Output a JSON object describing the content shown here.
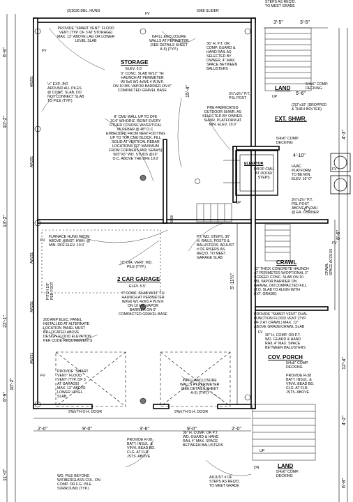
{
  "rooms": {
    "storage": {
      "title": "STORAGE",
      "elev": "ELEV. 5.5'"
    },
    "garage": {
      "title": "2 CAR GARAGE",
      "elev": "ELEV. 5.5'"
    },
    "crawl": {
      "title": "CRAWL"
    },
    "porch": {
      "title": "COV. PORCH"
    },
    "land_top": {
      "title": "LAND"
    },
    "land_bottom": {
      "title": "LAND"
    },
    "ext_shwr": {
      "title": "EXT. SHWR."
    },
    "elevator": {
      "title": "ELEVATOR"
    }
  },
  "notes": {
    "smart_vent_top": "PROVIDE \"SMART VENT\" FLOOD\nVENT (TYP. OF 3 AT STORAGE)\nMAX. 12\" ABOVE LAG OR LOWER\nLEVEL SLAB",
    "infill_top": "INFILL ENCLOSURE\nWALLS AT PERIMETER\n(SEE DETAILS SHEET\nA-5) (TYP.)",
    "guard_top": "36\" H. P.T. OR\nCOMP. GUARD &\nHAND RAIL AS\nSELECTED BY\nOWNER, 4\" MAX.\nSPACE BETWEEN\nBALUSTERS",
    "exp_jnt": "½\" EXP. JNT.\nAROUND ALL PILES\n@ CONC. SLAB, DO\nNOT CONNECT SLAB\nTO PILE (TYP.)",
    "slab_storage": "5\" CONC. SLAB W/12\" TH\nHAUNCH AT PERIMETER\nW/ 6x6 W1.4xW1.4 W.W.F.\nON 10 MIL VAPOR BARRIER ON 6\"\nCOMPACTED GRAVEL BASE",
    "psl_post": "3½\"x3½\" P.T.\nPSL POST",
    "dropped": "(2)2\"x10\" (DROPPED\n& THRU-BOLTED)",
    "shwr": "PRE-FABRICATED\nOUTDOOR SHWR. AS\nSELECTED BY OWNER.\nSHWR. PLATFORM AT\nMIN. ELEV. 10.0'",
    "cmu_wall": "8\" CMU WALL UP TO DFE\n10.0' W/HORIZ. REINF EVERY\nOTHER COURSE W/VERTICAL\n#5 REBAR @ 48\" O.C.\nEMBEDDED FROM NEW FOOTING\nUP TO TOP CMU BLOCK. FILL\nSOLID AT VERTICAL REBAR\nLOCATIONS (12\" MAXIMUM\nFROM CORNERS AND SEAMS)\nW/2\"X6\" WD. STUDS @16\"\nO.C. ABOVE THE DFE 10.0'",
    "drop_cmu": "DROP CMU\nAT DOOR/\nSTEPS",
    "hvac": "HVAC\nPLATFORM\nTO BE MIN.\nELEV. 10'-0\"",
    "psl_cmu": "3½\"x3½\" P.T.\nPSL POST\nABOVE 8\" CMU\n@ EA. CORNER",
    "furnace": "FURNACE HUNG FROM\nABOVE @INST. HWH. @\nMIN. DFE ELEV. 10.0'",
    "pt_steps": "PT. WD. STEPS, 36\"\nH. RAILS, POSTS &\nBALUSTERS. ADJUST\n# OF RISERS AS\nREQ'D. TO MEET\nGARAGE SLAB",
    "vent_pile": "10\" DIA. VERT. WD.\nPILE (TYP.)",
    "crawl_haunch": "12\" THICK CONCRETE HAUNCH\nAT PERIMETER W/OPTIONAL 2\"\nSCREED CONC. SLAB ON 10\nMIL VAPOR BARRIER ON\nGRAVEL ON COMPACTED FILL\n(T.O. SLAB TO ALIGN WITH\nEXT. GRADE)",
    "crawl_access": "CRAWL\nSPACE ACCESS",
    "slab_garage": "5\" CONC. SLAB W/12\" TH\nHAUNCH AT PERIMETER\nW/6x6 W1.4xW1.4 W.W.F.\nON 10 MIL VAPOR\nBARRIER ON 6\"\nCOMPACTED GRAVEL BASE",
    "smart_vent_crawl": "PROVIDE \"SMART VENT\" DUAL\nFUNCTION FLOOD VENT (TYP.\nOF 2 AT CRAWL) MAX. 12\"\nABOVE GRADE/CRAWL SLAB",
    "elec_panel": "200 AMP ELEC. PANEL\nINSTALLED AT ALTERNATE\nLOCATION PANEL MUST\nBE LOCATED ABOVE\nDESIGN FLOOD ELEVATION\nPER CODE REQUIREMENTS",
    "guard_porch": "36\" H. COMP. OR P.T.\nWD. GUARD & HAND\nRAIL 4\" MAX. SPACE\nBETWEEN BALUSTERS",
    "pitch": "PITCH 1/8\"\nPER FOOT",
    "smart_vent_garage": "PROVIDE \"SMART\nVENT\" FLOOD\nVENT (TYP. OF 3\nAT GARAGE)\nMAX. 12\" ABOVE\nLOWER LEVEL\nSLAB",
    "infill_bottom": "INFILL ENCLOSURE\nWALLS AT PERIMETER\n(SEE DETAILS SHEET\nA-5) (TYP.)",
    "batt_porch": "PROVIDE R-38\nBATT. INSUL. &\nVINYL BEAD BD.\nCLG. AT FLR.\nJSTS. ABOVE",
    "batt_bottom": "PROVIDE R-38\nBATT. INSUL. &\nVINYL BEAD BD.\nCLG. AT FLR.\nJSTS. ABOVE",
    "guard_bottom": "36\" H. COMP. OR P.T.\nWD. GUARD & HAND\nRAIL 4\" MAX. SPACE\nBETWEEN BALUSTERS",
    "wd_pile": "WD. PILE BEYOND\nW/FIBERGLASS COL. ON\nCOMP. OR F.G. PILE\nSURROUND (TYP.)",
    "adjust_steps": "ADJUST # OF\nSTEPS AS REQ'D.\nTO MEET GRADE",
    "steps_top": "STEPS AS REQ'D.\nTO MEET GRADE",
    "decking_top": "5/4x6\" COMP.\nDECKING",
    "decking_porch": "5/4x6\" COMP.\nDECKING",
    "decking_bottom": "5/4x6\" COMP.\nDECKING",
    "decking_ext": "5/4x6\" COMP.\nDECKING",
    "ohdoor_left": "9'Wx7'H O.H. DOOR",
    "ohdoor_right": "9'Wx7'H O.H. DOOR",
    "window_top": "(2)3036 DBL. HUNG",
    "slider_top": "6068 SLIDER",
    "door_3068": "3068",
    "up_a": "UP",
    "up_b": "UP",
    "up_c": "UP",
    "dn": "DN",
    "fv_1": "FV",
    "fv_2": "FV",
    "fv_3": "FV",
    "fv_4": "FV",
    "fv_5": "FV",
    "fv_6": "FV",
    "fv_7": "FV",
    "aw_1": "AW251",
    "aw_2": "AW251",
    "aw_3": "AW251",
    "aw_4": "AW251",
    "aw_5": "AW251"
  },
  "dimensions": {
    "top_a": "3'-5\"",
    "top_b": "3'-5\"",
    "right_a": "5'-6\"",
    "right_b": "4'-3\"",
    "land_elev": "4'-10\"",
    "bottom_a": "2'-0\"",
    "bottom_b": "9'-0\"",
    "bottom_c": "3'-6\"",
    "bottom_d": "9'-0\"",
    "bottom_e": "2'-0\"",
    "left_a": "6'-9\"",
    "left_b": "10'-2\"",
    "left_c": "13'-2\"",
    "left_d": "22'-1\"",
    "left_e": "6'-9\"",
    "left_f": "11'-0\"",
    "left_g": "10'-2\"",
    "crawl_a": "8'-6\"",
    "crawl_b": "5'-11½\"",
    "porch_a": "12'-4\"",
    "porch_b": "4'-2\"",
    "land_b": "6'-8\"",
    "mid_a": "15'-4\""
  }
}
